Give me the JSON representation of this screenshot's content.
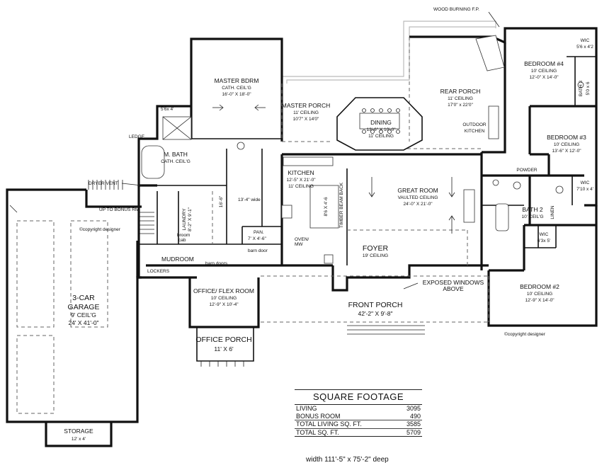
{
  "labels": {
    "wood_fp": "WOOD BURNING F.P.",
    "master": [
      "MASTER BDRM",
      "CATH. CEIL'G",
      "16'-0\" X 18'-0\""
    ],
    "master_porch": [
      "MASTER PORCH",
      "11' CEILING",
      "10'7\" X 14'0\""
    ],
    "dining": [
      "DINING",
      "13'-6\" X 10'-0\"",
      "11' CEILING"
    ],
    "rear_porch": [
      "REAR PORCH",
      "11' CEILING",
      "17'0\" x 22'0\""
    ],
    "outdoor_kitchen": [
      "OUTDOOR",
      "KITCHEN"
    ],
    "bed4": [
      "BEDROOM #4",
      "10' CEILING",
      "12'-0\" X 14'-0\""
    ],
    "wic_top": [
      "WIC",
      "5'6 x 4'2"
    ],
    "bath3": [
      "BATH 3",
      "5'0 x 6"
    ],
    "bed3": [
      "BEDROOM #3",
      "10' CEILING",
      "13'-6\" X 12'-0\""
    ],
    "wic3": [
      "WIC",
      "7'10 x 4'"
    ],
    "powder": "POWDER",
    "bath2": [
      "BATH 2",
      "10' CEIL'G"
    ],
    "linen": "LINEN",
    "wic2": [
      "WIC",
      "6'3x 5'"
    ],
    "bed2": [
      "BEDROOM #2",
      "10' CEILING",
      "12'-9\" X 14'-0\""
    ],
    "kitchen": [
      "KITCHEN",
      "12'-5\" X 21'-0\"",
      "11' CEILING"
    ],
    "great_room": [
      "GREAT ROOM",
      "VAULTED CEILING",
      "24'-0\" X 21'-0\""
    ],
    "timber_beam": "TIMBER BEAM BACK",
    "island": "8'6 X 4'-6",
    "oven": [
      "OVEN/",
      "MW"
    ],
    "foyer": [
      "FOYER",
      "19' CEILING"
    ],
    "exposed": [
      "EXPOSED WINDOWS",
      "ABOVE"
    ],
    "front_porch": [
      "FRONT PORCH",
      "42'-2\" X 9'-8\""
    ],
    "mbath": [
      "M. BATH",
      "CATH. CEIL'G"
    ],
    "shower": "5'6x 4'",
    "ledge": "LEDGE",
    "dryer_vent": "DRYER VENT",
    "up_bonus": "UP TO BONUS RM",
    "laundry": [
      "LAUNDRY",
      "8'-2\" X 9'-1\""
    ],
    "broom": [
      "broom",
      "cab"
    ],
    "wic_master": "13'-4\" wide",
    "closet_dim": "16'-6\"",
    "pan": [
      "PAN.",
      "7' X 4'-6\""
    ],
    "barn_door": "barn door",
    "barn_doors": "barn doors",
    "mudroom": "MUDROOM",
    "lockers": "LOCKERS",
    "office": [
      "OFFICE/ FLEX ROOM",
      "10' CEILING",
      "12'-9\" X 10'-4\""
    ],
    "office_porch": [
      "OFFICE PORCH",
      "11' X  6'"
    ],
    "garage": [
      "3-CAR",
      "GARAGE",
      "9' CEIL'G",
      "24' X 41'-0\""
    ],
    "storage": [
      "STORAGE",
      "12' x 4'"
    ],
    "copyright_left": "©copyright designer",
    "copyright_right": "©copyright designer"
  },
  "square_footage": {
    "title": "SQUARE FOOTAGE",
    "rows": [
      {
        "label": "LIVING",
        "value": "3095"
      },
      {
        "label": "BONUS ROOM",
        "value": "490"
      },
      {
        "label": "TOTAL LIVING SQ. FT.",
        "value": "3585"
      },
      {
        "label": "TOTAL SQ. FT.",
        "value": "5709"
      }
    ],
    "dimensions": "width 111'-5\" x 75'-2\" deep"
  }
}
